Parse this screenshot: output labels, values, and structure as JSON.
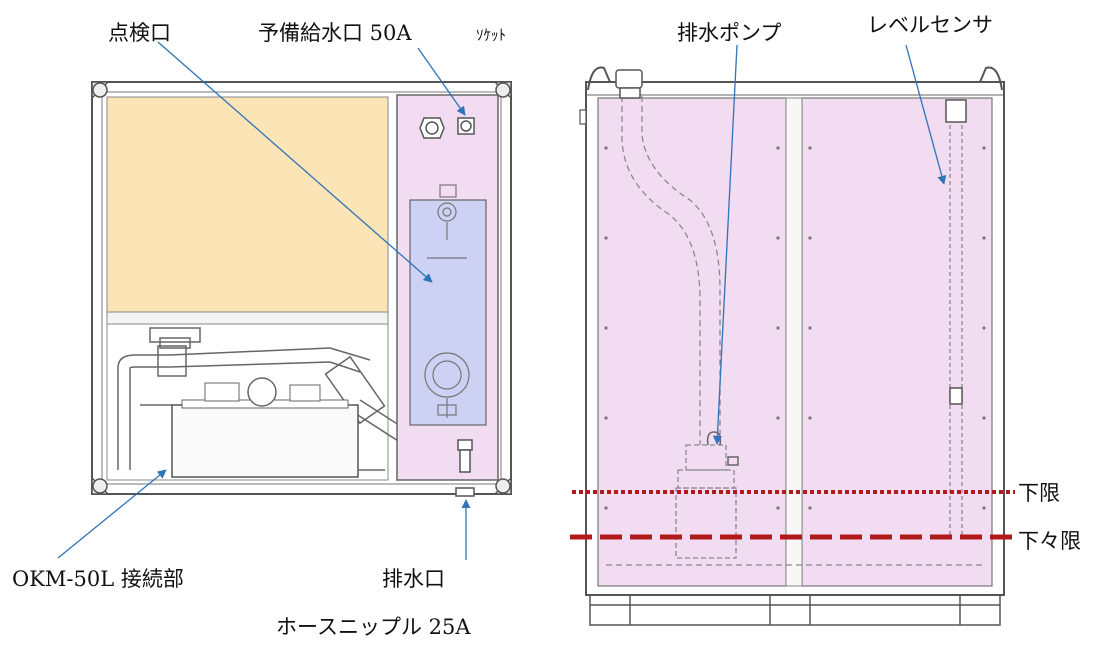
{
  "labels": {
    "inspection_port": "点検口",
    "spare_inlet": "予備給水口 50A",
    "spare_inlet_suffix": "ｿｹｯﾄ",
    "drain_pump": "排水ポンプ",
    "level_sensor": "レベルセンサ",
    "lower_limit": "下限",
    "lower_lower_limit": "下々限",
    "okm_connection": "OKM-50L 接続部",
    "drain_port": "排水口",
    "hose_nipple": "ホースニップル 25A"
  },
  "colors": {
    "frame": "#555555",
    "panel_tan": "#FBE5B6",
    "panel_pink": "#F2DCF2",
    "panel_lavender": "#CDD1F3",
    "leader_line": "#2F73B8",
    "limit_line": "#B11A1A"
  }
}
